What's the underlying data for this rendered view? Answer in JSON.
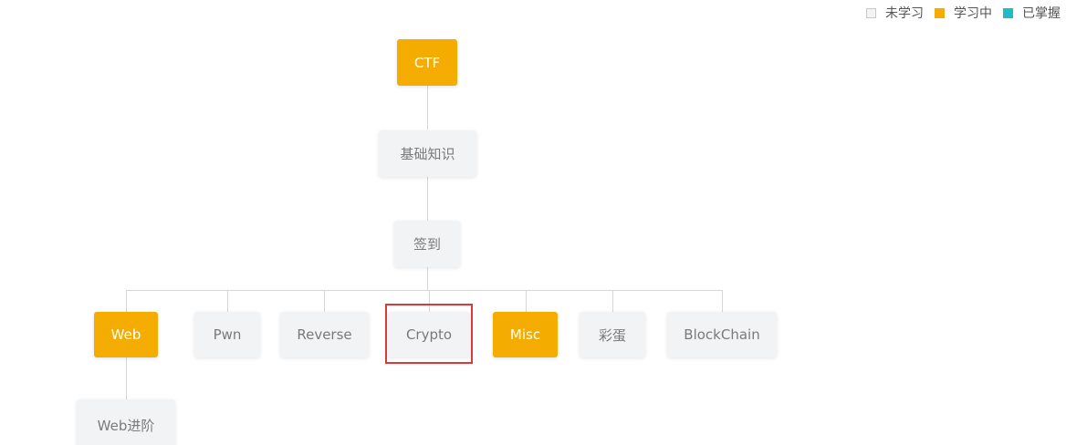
{
  "legend": {
    "not_learned": "未学习",
    "learning": "学习中",
    "mastered": "已掌握"
  },
  "colors": {
    "learning": "#f5ac00",
    "mastered": "#1dbcc7",
    "not_learned": "#f2f3f5",
    "highlight": "#d93a3a"
  },
  "nodes": {
    "ctf": {
      "label": "CTF",
      "status": "learning"
    },
    "basics": {
      "label": "基础知识",
      "status": "not_learned"
    },
    "signin": {
      "label": "签到",
      "status": "not_learned"
    },
    "web": {
      "label": "Web",
      "status": "learning"
    },
    "pwn": {
      "label": "Pwn",
      "status": "not_learned"
    },
    "reverse": {
      "label": "Reverse",
      "status": "not_learned"
    },
    "crypto": {
      "label": "Crypto",
      "status": "not_learned",
      "selected": true
    },
    "misc": {
      "label": "Misc",
      "status": "learning"
    },
    "easter_egg": {
      "label": "彩蛋",
      "status": "not_learned"
    },
    "blockchain": {
      "label": "BlockChain",
      "status": "not_learned"
    },
    "web_advanced": {
      "label": "Web进阶",
      "status": "not_learned"
    }
  }
}
